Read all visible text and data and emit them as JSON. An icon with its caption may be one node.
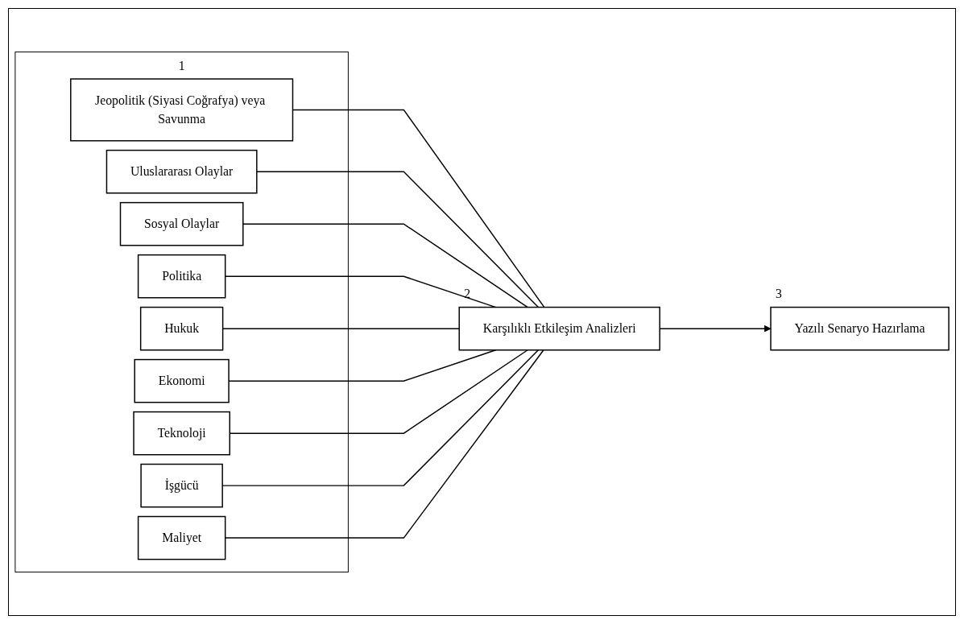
{
  "diagram": {
    "nodes": [
      {
        "text": [
          "1"
        ]
      },
      {
        "text": [
          "Jeopolitik (Siyasi Coğrafya) veya Savunma"
        ],
        "in": 0
      },
      {
        "text": [
          "Uluslararası Olaylar"
        ],
        "in": 0
      },
      {
        "text": [
          "Sosyal Olaylar"
        ],
        "in": 0
      },
      {
        "text": [
          "Politika"
        ],
        "in": 0
      },
      {
        "text": [
          "Hukuk"
        ],
        "in": 0
      },
      {
        "text": [
          "Ekonomi"
        ],
        "in": 0
      },
      {
        "text": [
          "Teknoloji"
        ],
        "in": 0
      },
      {
        "text": [
          "İşgücü"
        ],
        "in": 0
      },
      {
        "text": [
          "Maliyet"
        ],
        "in": 0
      },
      {
        "text": [
          "Karşılıklı Etkileşim Analizleri"
        ],
        "beside": [
          "2"
        ]
      },
      {
        "text": [
          "Yazılı Senaryo Hazırlama"
        ],
        "beside": [
          "3"
        ]
      }
    ],
    "edges": [
      {
        "from": 1,
        "to": 10,
        "arrow": "none"
      },
      {
        "from": 2,
        "to": 10,
        "arrow": "none"
      },
      {
        "from": 3,
        "to": 10,
        "arrow": "none"
      },
      {
        "from": 4,
        "to": 10,
        "arrow": "none"
      },
      {
        "from": 5,
        "to": 10,
        "arrow": "none"
      },
      {
        "from": 6,
        "to": 10,
        "arrow": "none"
      },
      {
        "from": 7,
        "to": 10,
        "arrow": "none"
      },
      {
        "from": 8,
        "to": 10,
        "arrow": "none"
      },
      {
        "from": 9,
        "to": 10,
        "arrow": "none"
      },
      {
        "from": 10,
        "to": 11,
        "arrow": "to"
      }
    ]
  }
}
